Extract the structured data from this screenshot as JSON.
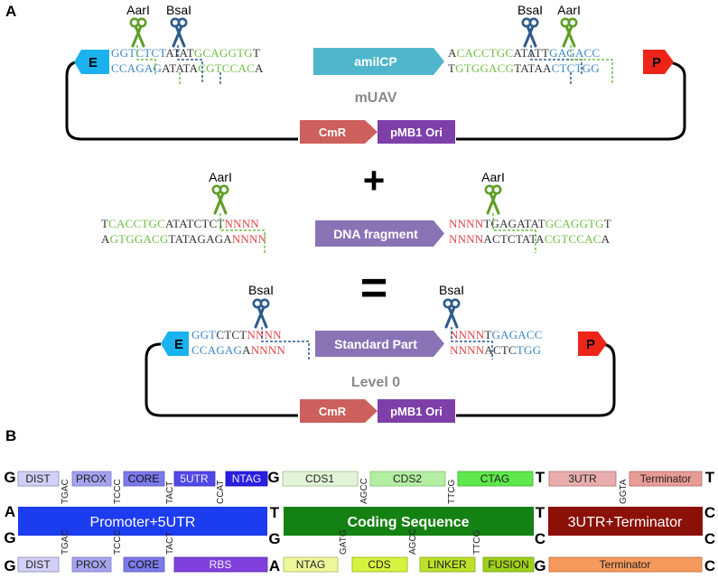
{
  "panel_a": {
    "label": "A",
    "top": {
      "enzymes": {
        "aari": "AarI",
        "bsai": "BsaI"
      },
      "left_end": "E",
      "right_end": "P",
      "left_seq_top": [
        "GGT",
        "CTCT",
        "ATAT",
        "GCAGGTG",
        "T"
      ],
      "left_seq_bottom": [
        "CCAGAG",
        "A",
        "TATA",
        "CGTCCAC",
        "A"
      ],
      "right_seq_top": [
        "A",
        "CACCTGC",
        "ATAT",
        "T",
        "GAGACC"
      ],
      "right_seq_bottom": [
        "T",
        "GTGGACG",
        "TATA",
        "A",
        "CTCTGG"
      ],
      "center_part": "amilCP",
      "plasmid": "mUAV",
      "marker": "CmR",
      "origin": "pMB1 Ori"
    },
    "plus": "+",
    "middle": {
      "enzyme": "AarI",
      "left_seq_top": [
        "T",
        "CACCTGC",
        "ATAT",
        "CTCT",
        "NNNN"
      ],
      "left_seq_bottom": [
        "A",
        "GTGGACG",
        "TATA",
        "GAGA",
        "NNNN"
      ],
      "part": "DNA fragment",
      "right_seq_top": [
        "NNNN",
        "TGAGATAT",
        "GCAGGTG",
        "T"
      ],
      "right_seq_bottom": [
        "NNNN",
        "ACTCTATA",
        "CGTCCAC",
        "A"
      ]
    },
    "equals": "=",
    "bottom": {
      "enzyme": "BsaI",
      "left_end": "E",
      "right_end": "P",
      "left_seq_top": [
        "GGT",
        "CTCT",
        "NNNN"
      ],
      "left_seq_bottom": [
        "CCAGAG",
        "A",
        "NNNN"
      ],
      "part": "Standard Part",
      "right_seq_top": [
        "NNNN",
        "T",
        "GAGACC"
      ],
      "right_seq_bottom": [
        "NNNN",
        "ACTC",
        "TGG"
      ],
      "plasmid": "Level 0",
      "marker": "CmR",
      "origin": "pMB1 Ori"
    }
  },
  "panel_b": {
    "label": "B",
    "left_letters": [
      "G",
      "A",
      "G",
      "G"
    ],
    "row1": {
      "promoter": [
        "DIST",
        "PROX",
        "CORE",
        "5UTR",
        "NTAG"
      ],
      "cds": [
        "CDS1",
        "CDS2",
        "CTAG"
      ],
      "term": [
        "3UTR",
        "Terminator"
      ],
      "seps": [
        "G",
        "T",
        "T"
      ]
    },
    "row1_overhangs": [
      "TGAC",
      "TCCC",
      "TACT",
      "CCAT",
      "AGCC",
      "TTCG",
      "GGTA"
    ],
    "main_blocks": [
      "Promoter+5UTR",
      "Coding Sequence",
      "3UTR+Terminator"
    ],
    "main_seps": [
      "T",
      "G",
      "T",
      "C",
      "C",
      "C"
    ],
    "row3": {
      "promoter": [
        "DIST",
        "PROX",
        "CORE",
        "RBS"
      ],
      "cds": [
        "NTAG",
        "CDS",
        "LINKER",
        "FUSION"
      ],
      "term": [
        "Terminator"
      ],
      "seps": [
        "A",
        "G",
        "C"
      ]
    },
    "row3_overhangs": [
      "TGAC",
      "TCCC",
      "TACT",
      "GATG",
      "AGCC",
      "TTCG"
    ],
    "colors": {
      "promoter": "#1c3cf0",
      "cds": "#138213",
      "term": "#8b1008",
      "aari": "#5f9e27",
      "bsai": "#2f5b8b",
      "blue_seq": "#3b86c8",
      "green_seq": "#6fbf45",
      "red_seq": "#e2454a",
      "purple": "#8a73b5",
      "teal": "#4fb6cc",
      "salmon": "#cd5f5c"
    }
  }
}
